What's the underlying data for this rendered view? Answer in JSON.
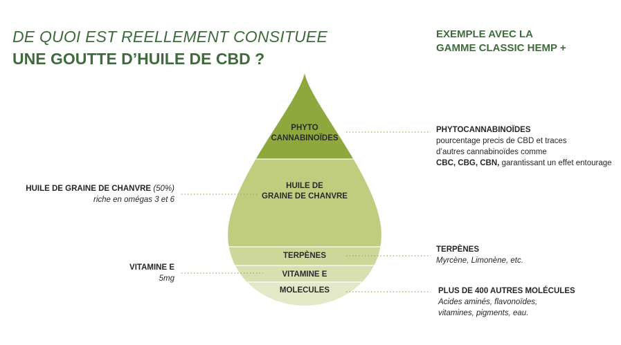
{
  "header": {
    "title_line1": "DE QUOI EST REELLEMENT CONSITUEE",
    "title_line2": "UNE GOUTTE D’HUILE DE CBD ?",
    "example_line1": "EXEMPLE AVEC LA",
    "example_line2": "GAMME CLASSIC HEMP +"
  },
  "drop": {
    "phyto_line1": "PHYTO",
    "phyto_line2": "CANNABINOÏDES",
    "huile_line1": "HUILE DE",
    "huile_line2": "GRAINE DE CHANVRE",
    "terpenes": "TERPÈNES",
    "vitamine": "VITAMINE E",
    "molecules": "MOLECULES"
  },
  "annotations": {
    "huile_title": "HUILE DE GRAINE DE CHANVRE",
    "huile_pct": "(50%)",
    "huile_desc": "riche en omégas 3 et 6",
    "vitamine_title": "VITAMINE E",
    "vitamine_desc": "5mg",
    "phyto_title": "PHYTOCANNABINOÏDES",
    "phyto_line1": "pourcentage precis de CBD et traces",
    "phyto_line2": "d’autres cannabinoïdes comme",
    "phyto_line3_bold": "CBC, CBG, CBN,",
    "phyto_line3_rest": " garantissant un effet entourage",
    "terpenes_title": "TERPÈNES",
    "terpenes_desc": "Myrcène, Limonène,  etc.",
    "molecules_title": "PLUS DE 400 AUTRES MOLÉCULES",
    "molecules_line1": "Acides aminés, flavonoïdes,",
    "molecules_line2": "vitamines, pigments, eau."
  },
  "colors": {
    "title_green": "#3f6b3c",
    "phyto_band": "#8fa83e",
    "huile_band": "#c0cc7e",
    "terpenes_band": "#cdd79a",
    "vitamine_band": "#d8dfb0",
    "molecules_band": "#e3e8c6",
    "leader_dots": "#9aab5a"
  }
}
